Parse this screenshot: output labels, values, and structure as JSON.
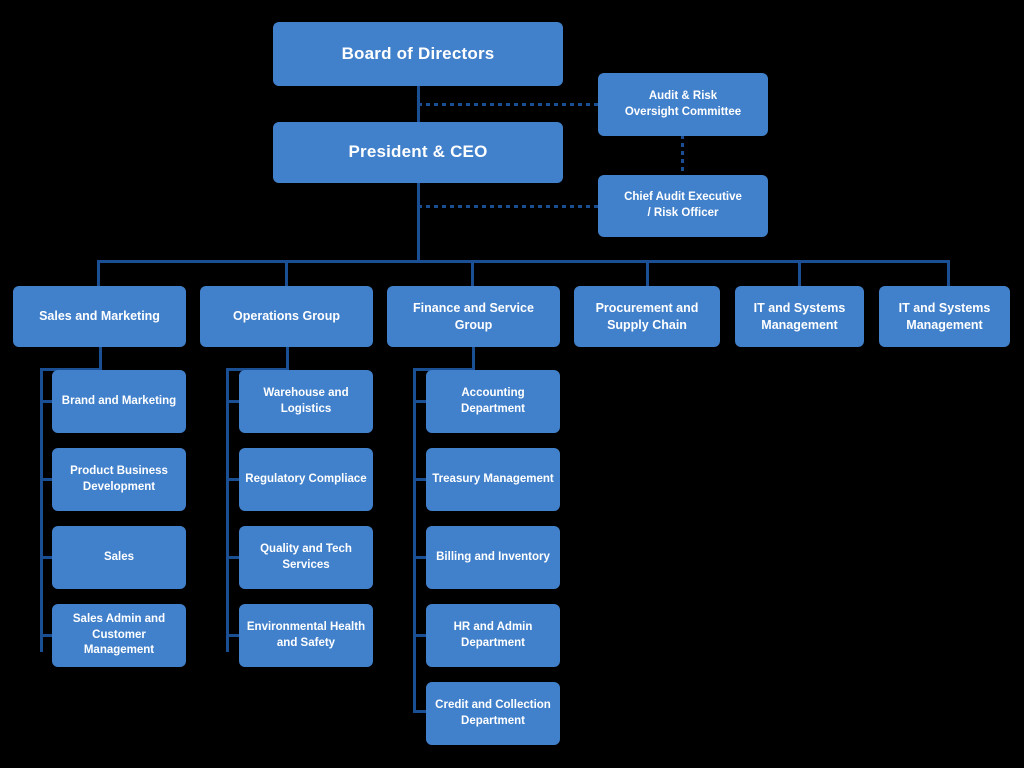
{
  "chart_type": "organizational-chart",
  "colors": {
    "background": "#000000",
    "node_fill": "#4180cb",
    "node_text": "#ffffff",
    "connector": "#1a4f93"
  },
  "executive": {
    "board": "Board of Directors",
    "ceo": "President & CEO"
  },
  "oversight": [
    {
      "label": "Audit & Risk\nOversight Committee",
      "line1": "Audit & Risk",
      "line2": "Oversight Committee"
    },
    {
      "label": "Chief Audit Executive\n/ Risk Officer",
      "line1": "Chief Audit Executive",
      "line2": "/ Risk Officer"
    }
  ],
  "divisions": [
    {
      "name": "Sales and Marketing",
      "children": [
        "Brand and Marketing",
        "Product Business Development",
        "Sales",
        "Sales Admin and Customer Management"
      ]
    },
    {
      "name": "Operations Group",
      "children": [
        "Warehouse and Logistics",
        "Regulatory Compliace",
        "Quality and Tech Services",
        "Environmental Health and Safety"
      ]
    },
    {
      "name": "Finance and Service Group",
      "children": [
        "Accounting Department",
        "Treasury Management",
        "Billing and Inventory",
        "HR and Admin Department",
        "Credit and Collection Department"
      ]
    },
    {
      "name": "Procurement and Supply Chain",
      "children": []
    },
    {
      "name": "IT and Systems Management",
      "children": []
    },
    {
      "name": "IT and Systems Management",
      "children": []
    }
  ]
}
